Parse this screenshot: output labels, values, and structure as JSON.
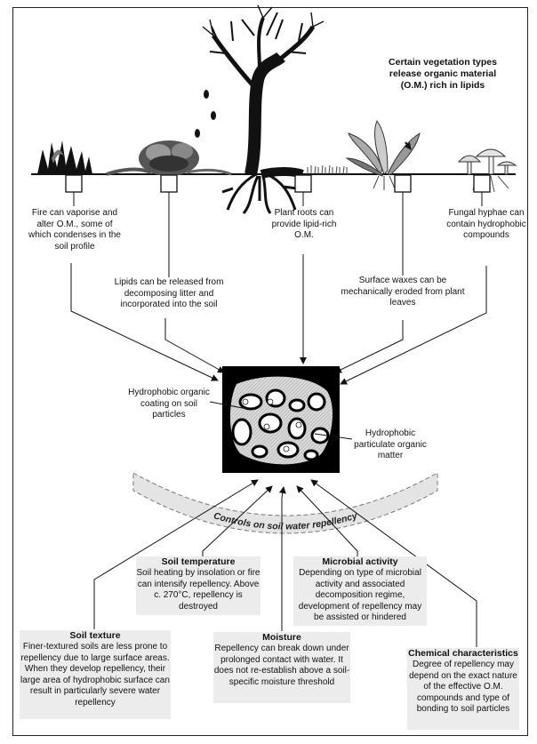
{
  "title": "Certain vegetation types release organic material (O.M.) rich in lipids",
  "sources": {
    "fire": "Fire can vaporise and alter O.M., some of which condenses in the soil profile",
    "litter": "Lipids can be released from decomposing litter and incorporated into the soil",
    "roots": "Plant roots can provide lipid-rich O.M.",
    "waxes": "Surface waxes can be mechanically eroded from plant leaves",
    "fungi": "Fungal hyphae can contain hydrophobic compounds"
  },
  "soil_labels": {
    "coating": "Hydrophobic organic coating on soil particles",
    "particulate": "Hydrophobic particulate organic matter"
  },
  "band_label": "Controls on soil water repellency",
  "controls": {
    "temperature": {
      "title": "Soil temperature",
      "text": "Soil heating by insolation or fire can intensify repellency. Above c. 270°C, repellency is destroyed"
    },
    "microbial": {
      "title": "Microbial activity",
      "text": "Depending on type of microbial activity and associated decomposition regime, development of repellency may be assisted or hindered"
    },
    "texture": {
      "title": "Soil texture",
      "text": "Finer-textured soils are less prone to repellency due to large surface areas. When they develop repellency, their large area of hydrophobic surface can result in particularly severe water repellency"
    },
    "moisture": {
      "title": "Moisture",
      "text": "Repellency can break down under prolonged contact with water. It does not re-establish above a soil-specific moisture threshold"
    },
    "chemical": {
      "title": "Chemical characteristics",
      "text": "Degree of repellency may depend on the exact nature of the effective O.M. compounds and type of bonding to soil particles"
    }
  }
}
